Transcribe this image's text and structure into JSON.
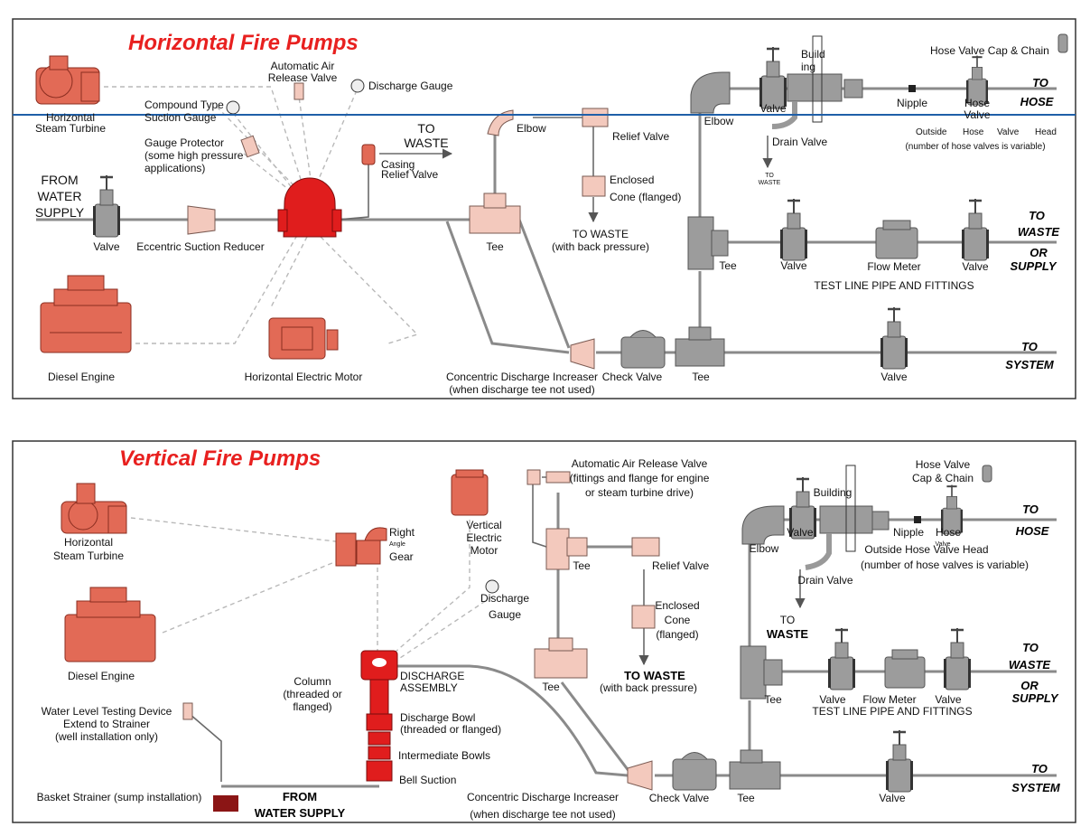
{
  "colors": {
    "title_red": "#e8201f",
    "pipe_gray": "#8a8a8a",
    "fitting_pink": "#f3c9bd",
    "equipment_salmon": "#e26a56",
    "pump_red": "#e01d1d",
    "divider_blue": "#1f5fa8"
  },
  "horizontal": {
    "title": "Horizontal Fire Pumps",
    "labels": {
      "horizontal_l1": "Horizontal",
      "horizontal_l2": "Steam Turbine",
      "air_release_l1": "Automatic Air",
      "air_release_l2": "Release Valve",
      "discharge_gauge": "Discharge Gauge",
      "compound_l1": "Compound Type",
      "compound_l2": "Suction Gauge",
      "protector_l1": "Gauge Protector",
      "protector_l2": "(some high pressure",
      "protector_l3": "applications)",
      "to_waste_l1": "TO",
      "to_waste_l2": "WASTE",
      "casing_l1": "Casing",
      "casing_l2": "Relief Valve",
      "from_l1": "FROM",
      "from_l2": "WATER",
      "from_l3": "SUPPLY",
      "valve_1": "Valve",
      "eccentric": "Eccentric Suction Reducer",
      "diesel": "Diesel Engine",
      "electric_motor": "Horizontal Electric Motor",
      "elbow_1": "Elbow",
      "tee_1": "Tee",
      "relief_valve": "Relief Valve",
      "enclosed_l1": "Enclosed",
      "enclosed_l2": "Cone (flanged)",
      "waste_bp_l1": "TO WASTE",
      "waste_bp_l2": "(with back pressure)",
      "concentric_l1": "Concentric Discharge Increaser",
      "concentric_l2": "(when discharge tee not used)",
      "check_valve": "Check Valve",
      "tee_2": "Tee",
      "elbow_2": "Elbow",
      "valve_2": "Valve",
      "building_l1": "Build",
      "building_l2": "ing",
      "drain_valve": "Drain Valve",
      "to_waste_small_l1": "TO",
      "to_waste_small_l2": "WASTE",
      "hose_cap": "Hose Valve Cap & Chain",
      "nipple": "Nipple",
      "hose_valve_l1": "Hose",
      "hose_valve_l2": "Valve",
      "to_hose_l1": "TO",
      "to_hose_l2": "HOSE",
      "outside_l1": "Outside",
      "outside_l2": "Hose",
      "outside_l3": "Valve",
      "outside_l4": "Head",
      "variable": "(number of hose valves is variable)",
      "tee_3": "Tee",
      "valve_3": "Valve",
      "flow_meter": "Flow Meter",
      "valve_4": "Valve",
      "test_line": "TEST LINE PIPE AND FITTINGS",
      "waste_supply_l1": "TO",
      "waste_supply_l2": "WASTE",
      "waste_supply_l3": "OR",
      "waste_supply_l4": "SUPPLY",
      "valve_5": "Valve",
      "to_system_l1": "TO",
      "to_system_l2": "SYSTEM"
    }
  },
  "vertical": {
    "title": "Vertical Fire Pumps",
    "labels": {
      "horizontal_l1": "Horizontal",
      "horizontal_l2": "Steam Turbine",
      "diesel": "Diesel Engine",
      "right_l1": "Right",
      "right_l2": "Angle",
      "right_l3": "Gear",
      "vertical_l1": "Vertical",
      "vertical_l2": "Electric",
      "vertical_l3": "Motor",
      "discharge_l1": "Discharge",
      "discharge_l2": "Gauge",
      "air_release_l1": "Automatic Air Release Valve",
      "air_release_l2": "(fittings and flange for engine",
      "air_release_l3": "or steam turbine drive)",
      "tee_1": "Tee",
      "relief_valve": "Relief Valve",
      "enclosed_l1": "Enclosed",
      "enclosed_l2": "Cone",
      "enclosed_l3": "(flanged)",
      "tee_2": "Tee",
      "waste_bp_l1": "TO WASTE",
      "waste_bp_l2": "(with back pressure)",
      "column_l1": "Column",
      "column_l2": "(threaded or",
      "column_l3": "flanged)",
      "assembly_l1": "DISCHARGE",
      "assembly_l2": "ASSEMBLY",
      "bowl_l1": "Discharge Bowl",
      "bowl_l2": "(threaded or flanged)",
      "intermediate": "Intermediate Bowls",
      "bell": "Bell Suction",
      "wl_l1": "Water Level Testing Device",
      "wl_l2": "Extend to Strainer",
      "wl_l3": "(well installation only)",
      "basket": "Basket Strainer (sump installation)",
      "from_l1": "FROM",
      "from_l2": "WATER SUPPLY",
      "concentric_l1": "Concentric Discharge Increaser",
      "concentric_l2": "(when discharge tee not used)",
      "check_valve": "Check Valve",
      "tee_3": "Tee",
      "valve_1": "Valve",
      "elbow": "Elbow",
      "valve_2": "Valve",
      "building": "Building",
      "nipple": "Nipple",
      "hose_l1": "Hose",
      "hose_l2": "Valve",
      "hose_cap_l1": "Hose Valve",
      "hose_cap_l2": "Cap & Chain",
      "to_hose_l1": "TO",
      "to_hose_l2": "HOSE",
      "outside": "Outside Hose Valve Head",
      "variable": "(number of hose valves is variable)",
      "drain": "Drain Valve",
      "to_waste_l1": "TO",
      "to_waste_l2": "WASTE",
      "tee_4": "Tee",
      "valve_3": "Valve",
      "flow_meter": "Flow Meter",
      "valve_4": "Valve",
      "test_line": "TEST LINE PIPE AND FITTINGS",
      "waste_supply_l1": "TO",
      "waste_supply_l2": "WASTE",
      "waste_supply_l3": "OR",
      "waste_supply_l4": "SUPPLY",
      "to_system_l1": "TO",
      "to_system_l2": "SYSTEM"
    }
  }
}
